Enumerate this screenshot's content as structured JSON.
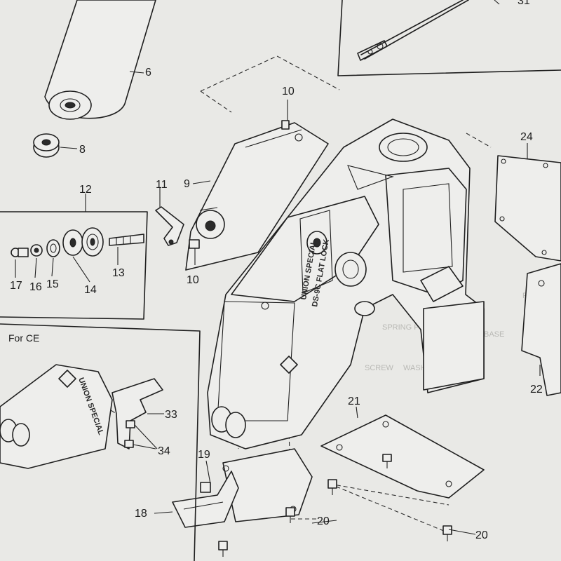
{
  "callouts": [
    "31",
    "6",
    "8",
    "10",
    "9",
    "11",
    "12",
    "17",
    "16",
    "15",
    "14",
    "13",
    "10",
    "24",
    "21",
    "22",
    "19",
    "18",
    "20",
    "20",
    "33",
    "34"
  ],
  "inset_caption": "For CE",
  "labels": {
    "arm_stamp_1": "UNION SPECIAL",
    "arm_stamp_2": "DS-9C FLAT LOCK",
    "ce_stamp": "UNION SPECIAL"
  },
  "bleed_text": [
    "SCREW",
    "WASHER",
    "Parts",
    "SPRING FOOT",
    "BASE"
  ]
}
